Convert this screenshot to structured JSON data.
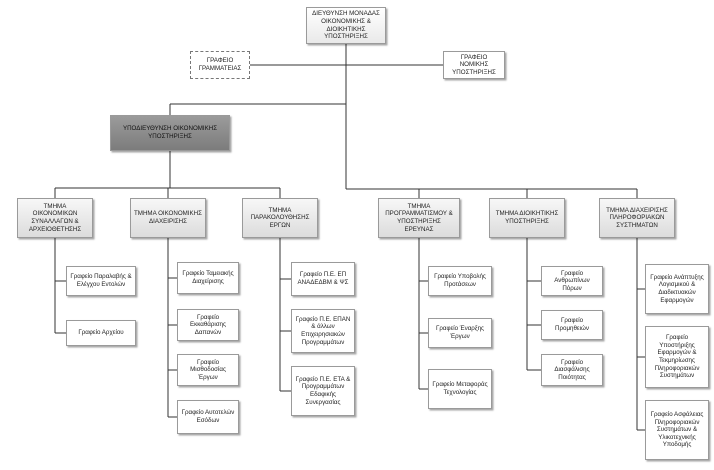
{
  "nodes": {
    "director": "ΔΙΕΥΘΥΝΣΗ ΜΟΝΑΔΑΣ ΟΙΚΟΝΟΜΙΚΗΣ & ΔΙΟΙΚΗΤΙΚΗΣ ΥΠΟΣΤΗΡΙΞΗΣ",
    "secretariat": "ΓΡΑΦΕΙΟ ΓΡΑΜΜΑΤΕΙΑΣ",
    "legal": "ΓΡΑΦΕΙΟ ΝΟΜΙΚΗΣ ΥΠΟΣΤΗΡΙΞΗΣ",
    "sub_directorate": "ΥΠΟΔΙΕΥΘΥΝΣΗ ΟΙΚΟΝΟΜΙΚΗΣ ΥΠΟΣΤΗΡΙΞΗΣ"
  },
  "departments": [
    {
      "title": "ΤΜΗΜΑ ΟΙΚΟΝΟΜΙΚΩΝ ΣΥΝΑΛΛΑΓΩΝ & ΑΡΧΕΙΟΘΕΤΗΣΗΣ",
      "offices": [
        "Γραφείο Παραλαβής & Ελέγχου Εντολών",
        "Γραφείο Αρχείου"
      ]
    },
    {
      "title": "ΤΜΗΜΑ ΟΙΚΟΝΟΜΙΚΗΣ ΔΙΑΧΕΙΡΙΣΗΣ",
      "offices": [
        "Γραφείο Ταμειακής Διαχείρισης",
        "Γραφείο Εκκαθάρισης Δαπανών",
        "Γραφείο Μισθοδοσίας Έργων",
        "Γραφείο Αυτοτελών Εσόδων"
      ]
    },
    {
      "title": "ΤΜΗΜΑ ΠΑΡΑΚΟΛΟΥΘΗΣΗΣ ΕΡΓΩΝ",
      "offices": [
        "Γραφείο Π.Ε. ΕΠ ΑΝΑΔΕΔΒΜ & ΨΣ",
        "Γραφείο Π.Ε. ΕΠΑΝ & άλλων Επιχειρησιακών Προγραμμάτων",
        "Γραφείο Π.Ε. ΕΤΑ & Προγραμμάτων Εδαφικής Συνεργασίας"
      ]
    },
    {
      "title": "ΤΜΗΜΑ ΠΡΟΓΡΑΜΜΑΤΙΣΜΟΥ & ΥΠΟΣΤΗΡΙΞΗΣ ΕΡΕΥΝΑΣ",
      "offices": [
        "Γραφείο Υποβολής Προτάσεων",
        "Γραφείο Έναρξης Έργων",
        "Γραφείο Μεταφοράς Τεχνολογίας"
      ]
    },
    {
      "title": "ΤΜΗΜΑ ΔΙΟΙΚΗΤΙΚΗΣ ΥΠΟΣΤΗΡΙΞΗΣ",
      "offices": [
        "Γραφείο Ανθρωπίνων Πόρων",
        "Γραφείο Προμηθειών",
        "Γραφείο Διασφάλισης Ποιότητας"
      ]
    },
    {
      "title": "ΤΜΗΜΑ ΔΙΑΧΕΙΡΙΣΗΣ ΠΛΗΡΟΦΟΡΙΑΚΩΝ ΣΥΣΤΗΜΑΤΩΝ",
      "offices": [
        "Γραφείο Ανάπτυξης Λογισμικού & Διαδικτυακών Εφαρμογών",
        "Γραφείο Υποστήριξης Εφαρμογών & Τεκμηρίωσης Πληροφοριακών Συστημάτων",
        "Γραφείο Ασφάλειας Πληροφοριακών Συστημάτων & Υλικοτεχνικής Υποδομής"
      ]
    }
  ]
}
